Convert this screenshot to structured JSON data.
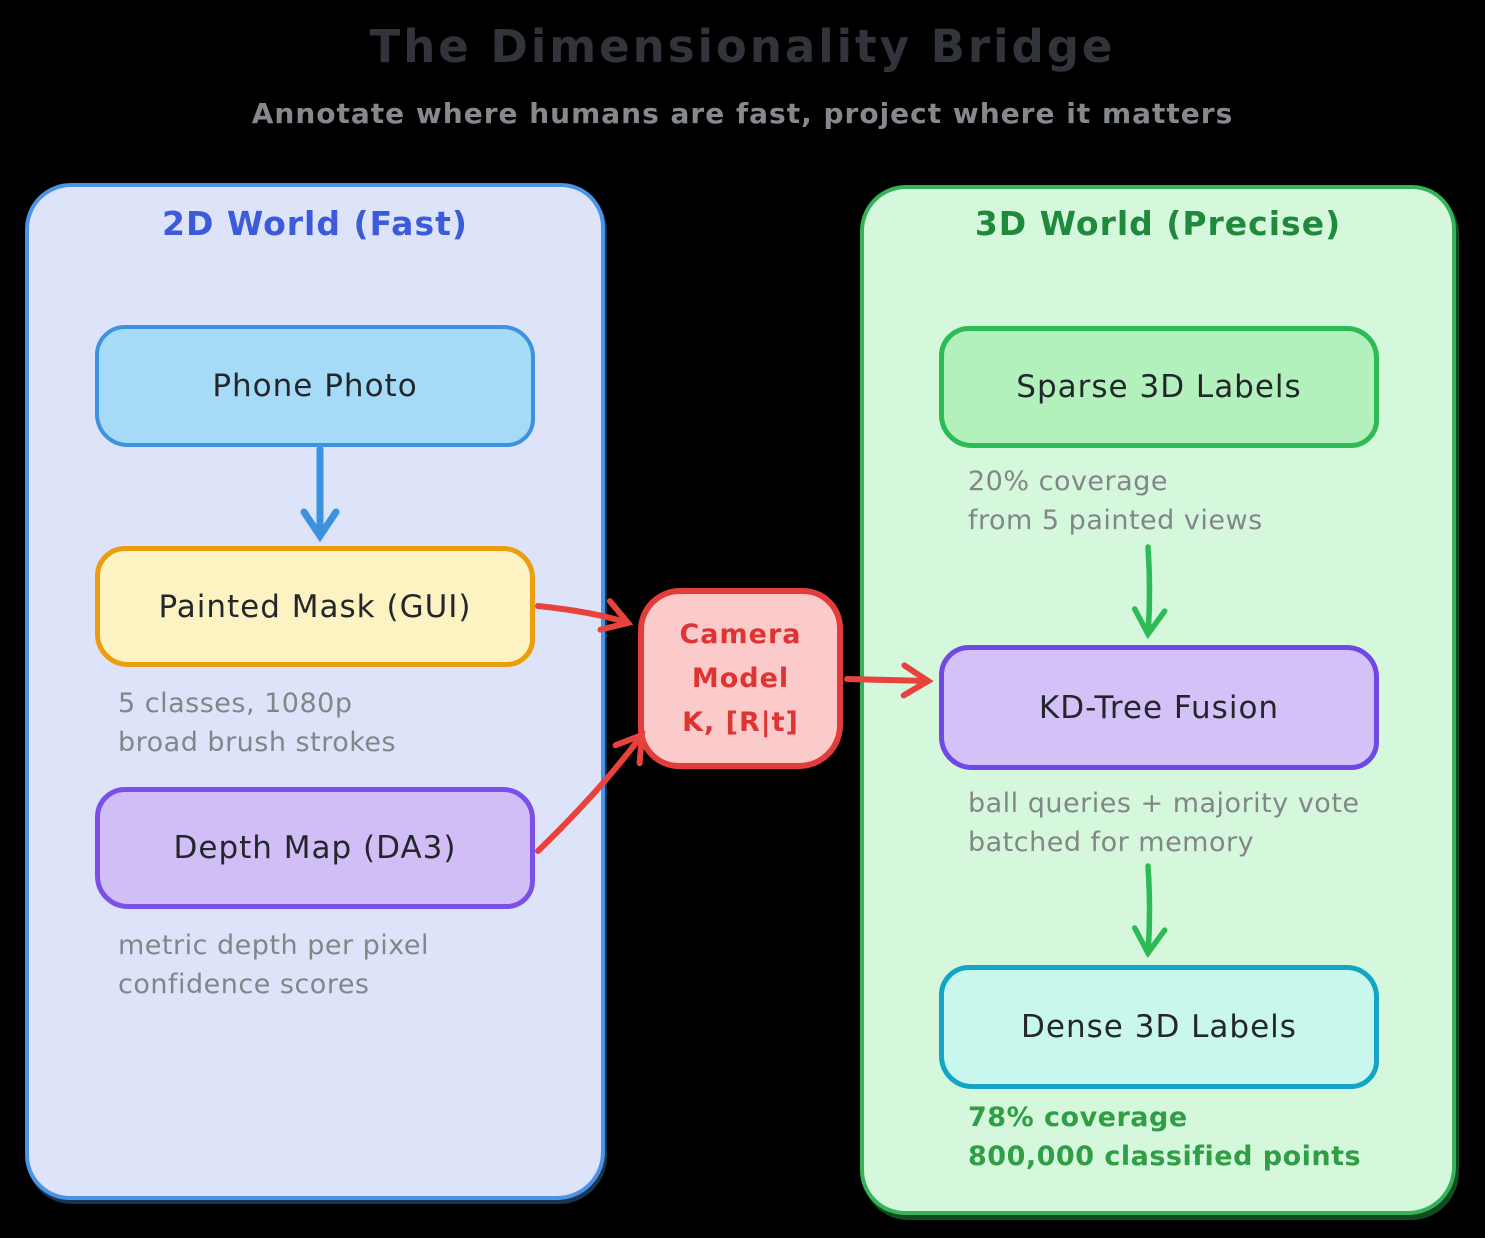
{
  "title": "The Dimensionality Bridge",
  "subtitle": "Annotate where humans are fast, project where it matters",
  "left_panel": {
    "title": "2D World (Fast)",
    "nodes": {
      "phone_photo": {
        "label": "Phone Photo"
      },
      "painted_mask": {
        "label": "Painted Mask (GUI)",
        "note": [
          "5 classes, 1080p",
          "broad brush strokes"
        ]
      },
      "depth_map": {
        "label": "Depth Map (DA3)",
        "note": [
          "metric depth per pixel",
          "confidence scores"
        ]
      }
    }
  },
  "bridge": {
    "label": [
      "Camera",
      "Model",
      "K, [R|t]"
    ]
  },
  "right_panel": {
    "title": "3D World (Precise)",
    "nodes": {
      "sparse_labels": {
        "label": "Sparse 3D Labels",
        "note": [
          "20% coverage",
          "from 5 painted views"
        ]
      },
      "kd_tree": {
        "label": "KD-Tree Fusion",
        "note": [
          "ball queries + majority vote",
          "batched for memory"
        ]
      },
      "dense_labels": {
        "label": "Dense 3D Labels",
        "note": [
          "78% coverage",
          "800,000 classified points"
        ]
      }
    }
  },
  "colors": {
    "background": "#000000",
    "title_text": "#31353b",
    "subtitle_text": "#85898e",
    "left_panel_fill": "#dde3f9",
    "left_panel_border": "#4a94e8",
    "left_panel_title": "#3b5bdb",
    "phone_photo_fill": "#a5dbf6",
    "phone_photo_border": "#3d92e0",
    "painted_mask_fill": "#fdf2c2",
    "painted_mask_border": "#eb9d0e",
    "depth_map_fill": "#d2bef6",
    "depth_map_border": "#7b50e9",
    "camera_model_fill": "#fbcaca",
    "camera_model_border": "#e23c3c",
    "camera_model_text": "#df3434",
    "right_panel_fill": "#d5f8dd",
    "right_panel_border": "#36b358",
    "right_panel_title": "#1f8a3c",
    "sparse_labels_fill": "#b3f1bc",
    "sparse_labels_border": "#2dbb55",
    "kd_tree_fill": "#d3c1f8",
    "kd_tree_border": "#6f48e6",
    "dense_labels_fill": "#c9f7ed",
    "dense_labels_border": "#13a5c6",
    "note_gray": "#828689",
    "note_green": "#2f9e44",
    "arrow_blue": "#3d92e0",
    "arrow_green": "#2dbb55",
    "arrow_red": "#e8423c"
  }
}
